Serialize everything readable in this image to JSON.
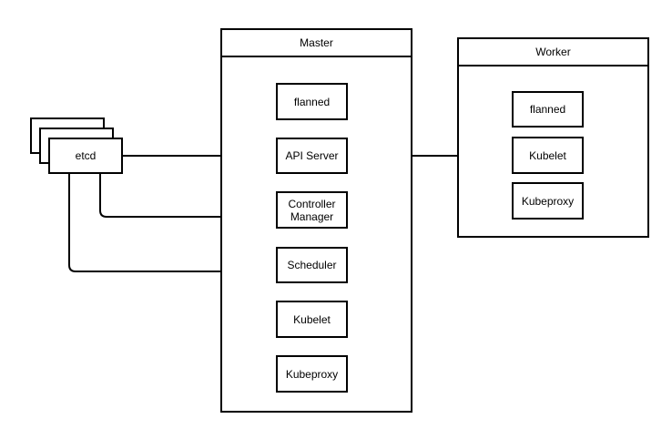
{
  "master": {
    "title": "Master",
    "components": [
      "flanned",
      "API Server",
      "Controller\nManager",
      "Scheduler",
      "Kubelet",
      "Kubeproxy"
    ]
  },
  "worker": {
    "title": "Worker",
    "components": [
      "flanned",
      "Kubelet",
      "Kubeproxy"
    ]
  },
  "etcd": {
    "label": "etcd"
  },
  "colors": {
    "line": "#000000",
    "background": "#ffffff"
  }
}
